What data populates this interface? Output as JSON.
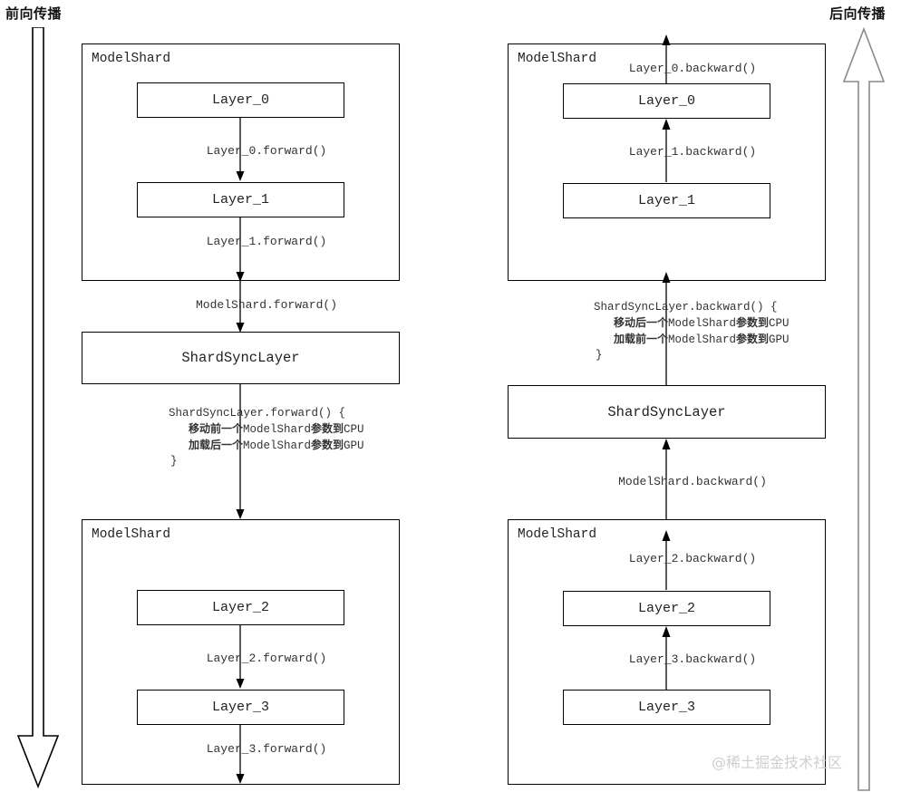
{
  "diagram": {
    "forward": {
      "title": "前向传播",
      "arrow_direction": "down",
      "shard_top": {
        "label": "ModelShard",
        "layers": [
          "Layer_0",
          "Layer_1"
        ],
        "edges": [
          "Layer_0.forward()",
          "Layer_1.forward()"
        ]
      },
      "edge_to_sync": "ModelShard.forward()",
      "sync_layer": "ShardSyncLayer",
      "sync_call": {
        "head": "ShardSyncLayer.forward() {",
        "line1_a": "移动前一个",
        "line1_b": "ModelShard",
        "line1_c": "参数到",
        "line1_d": "CPU",
        "line2_a": "加载后一个",
        "line2_b": "ModelShard",
        "line2_c": "参数到",
        "line2_d": "GPU",
        "tail": "}"
      },
      "shard_bottom": {
        "label": "ModelShard",
        "layers": [
          "Layer_2",
          "Layer_3"
        ],
        "edges": [
          "Layer_2.forward()",
          "Layer_3.forward()"
        ]
      }
    },
    "backward": {
      "title": "后向传播",
      "arrow_direction": "up",
      "shard_top": {
        "label": "ModelShard",
        "layers": [
          "Layer_0",
          "Layer_1"
        ],
        "edges": [
          "Layer_0.backward()",
          "Layer_1.backward()"
        ]
      },
      "edge_to_sync": "ModelShard.backward()",
      "sync_layer": "ShardSyncLayer",
      "sync_call": {
        "head": "ShardSyncLayer.backward() {",
        "line1_a": "移动后一个",
        "line1_b": "ModelShard",
        "line1_c": "参数到",
        "line1_d": "CPU",
        "line2_a": "加载前一个",
        "line2_b": "ModelShard",
        "line2_c": "参数到",
        "line2_d": "GPU",
        "tail": "}"
      },
      "shard_bottom": {
        "label": "ModelShard",
        "layers": [
          "Layer_2",
          "Layer_3"
        ],
        "edges": [
          "Layer_2.backward()",
          "Layer_3.backward()"
        ]
      }
    },
    "watermark": "@稀土掘金技术社区",
    "colors": {
      "stroke": "#000000",
      "text": "#222222",
      "watermark": "#cfcfcf",
      "background": "#ffffff"
    }
  }
}
